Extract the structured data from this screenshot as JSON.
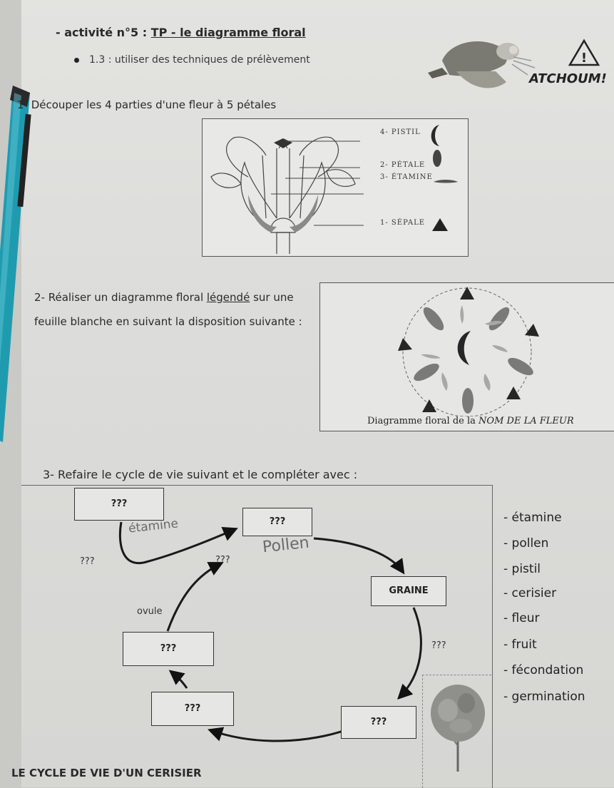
{
  "header": {
    "title_prefix": "- activité n°5 : ",
    "title_underlined": "TP - le diagramme floral",
    "subtitle": "1.3 : utiliser des techniques de prélèvement",
    "sneeze": "ATCHOUM!",
    "warning": "!"
  },
  "section1": {
    "instruction": "1- Découper les 4 parties d'une fleur à 5 pétales",
    "labels": [
      "4- PISTIL",
      "2- PÉTALE",
      "3- ÉTAMINE",
      "1- SÉPALE"
    ]
  },
  "section2": {
    "instruction_a": "2- Réaliser un diagramme floral ",
    "instruction_b": "légendé",
    "instruction_c": "sur une feuille blanche en suivant la disposition suivante :",
    "caption_a": "Diagramme floral de la ",
    "caption_b": "NOM DE LA FLEUR"
  },
  "section3": {
    "instruction": "3- Refaire le cycle de vie suivant et le compléter avec :",
    "nodes": {
      "top_left": "???",
      "top_middle": "???",
      "graine": "GRAINE",
      "middle_left": "???",
      "bottom_left": "???",
      "bottom_right": "???"
    },
    "tags": {
      "left": "???",
      "center": "???",
      "right": "???",
      "ovule": "ovule"
    },
    "handwritten": {
      "etamine": "étamine",
      "pollen": "Pollen"
    },
    "word_list": [
      "étamine",
      "pollen",
      "pistil",
      "cerisier",
      "fleur",
      "fruit",
      "fécondation",
      "germination"
    ],
    "cycle_title": "LE CYCLE DE VIE D'UN CERISIER"
  }
}
